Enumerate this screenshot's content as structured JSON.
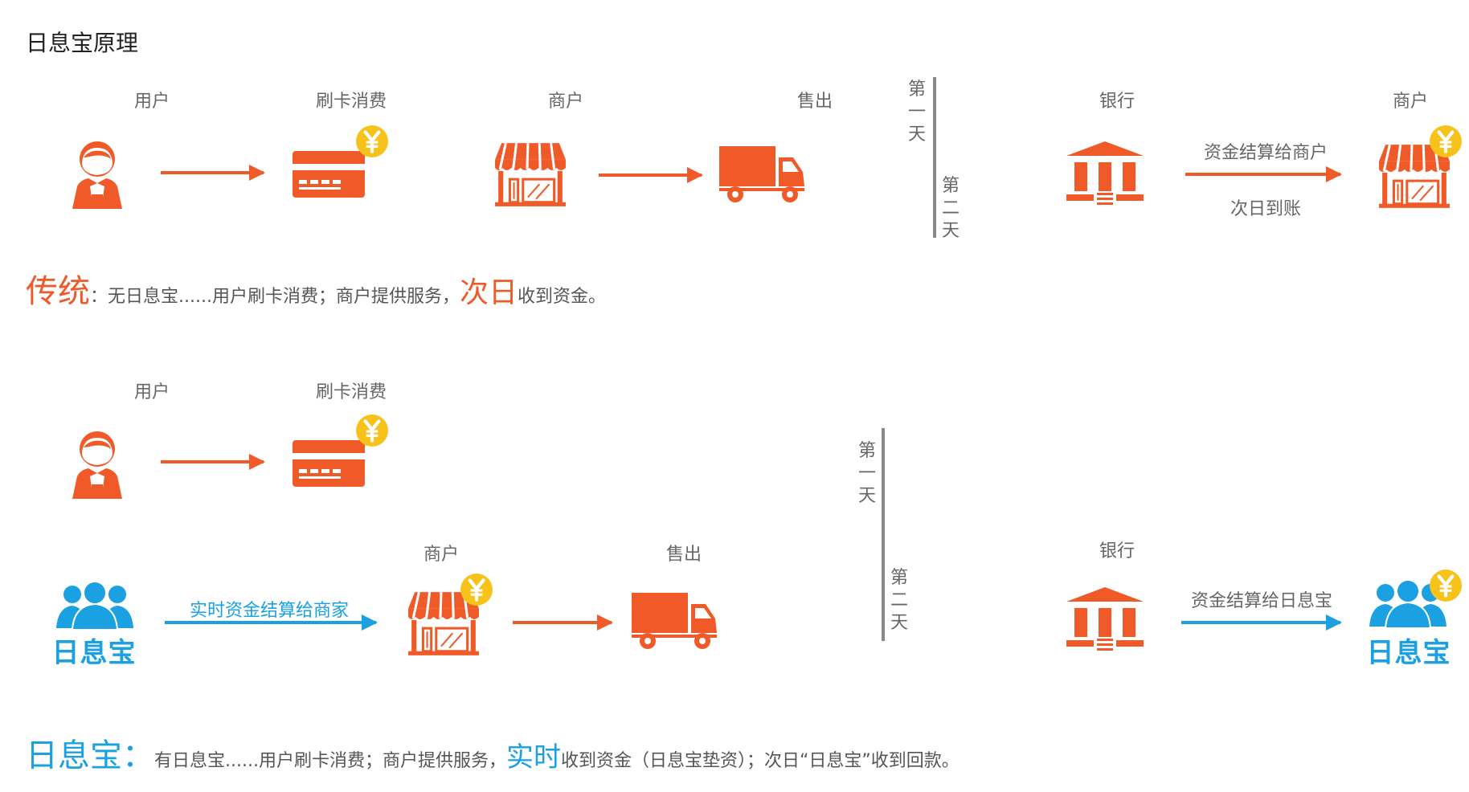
{
  "page_title": "日息宝原理",
  "top": {
    "labels": {
      "user": "用户",
      "swipe": "刷卡消费",
      "merchant": "商户",
      "sold": "售出",
      "bank": "银行",
      "merchant2": "商户"
    },
    "day1": [
      "第",
      "一",
      "天"
    ],
    "day2": [
      "第",
      "二",
      "天"
    ],
    "settle_label": "资金结算给商户",
    "next_day_label": "次日到账",
    "caption": {
      "highlight1": "传统",
      "part1": "：无日息宝......用户刷卡消费；商户提供服务，",
      "highlight2": "次日",
      "part2": "收到资金。"
    }
  },
  "bottom": {
    "labels": {
      "user": "用户",
      "swipe": "刷卡消费",
      "merchant": "商户",
      "sold": "售出",
      "bank": "银行"
    },
    "day1": [
      "第",
      "一",
      "天"
    ],
    "day2": [
      "第",
      "二",
      "天"
    ],
    "realtime_label": "实时资金结算给商家",
    "settle_label": "资金结算给日息宝",
    "rxb_logo": "日息宝",
    "rxb_logo2": "日息宝",
    "caption": {
      "highlight1": "日息宝：",
      "part1": "有日息宝......用户刷卡消费；商户提供服务，",
      "highlight2": "实时",
      "part2": "收到资金（日息宝垫资）；次日“日息宝”收到回款。"
    }
  },
  "icons": {
    "user": "user-icon",
    "card": "credit-card-icon",
    "shop": "shop-icon",
    "truck": "truck-icon",
    "bank": "bank-icon",
    "yuan": "yuan-coin-icon",
    "group": "people-group-icon"
  },
  "colors": {
    "orange": "#f05a28",
    "blue": "#1ba0e2",
    "yellow": "#f7c21a",
    "gray_line": "#888888"
  }
}
